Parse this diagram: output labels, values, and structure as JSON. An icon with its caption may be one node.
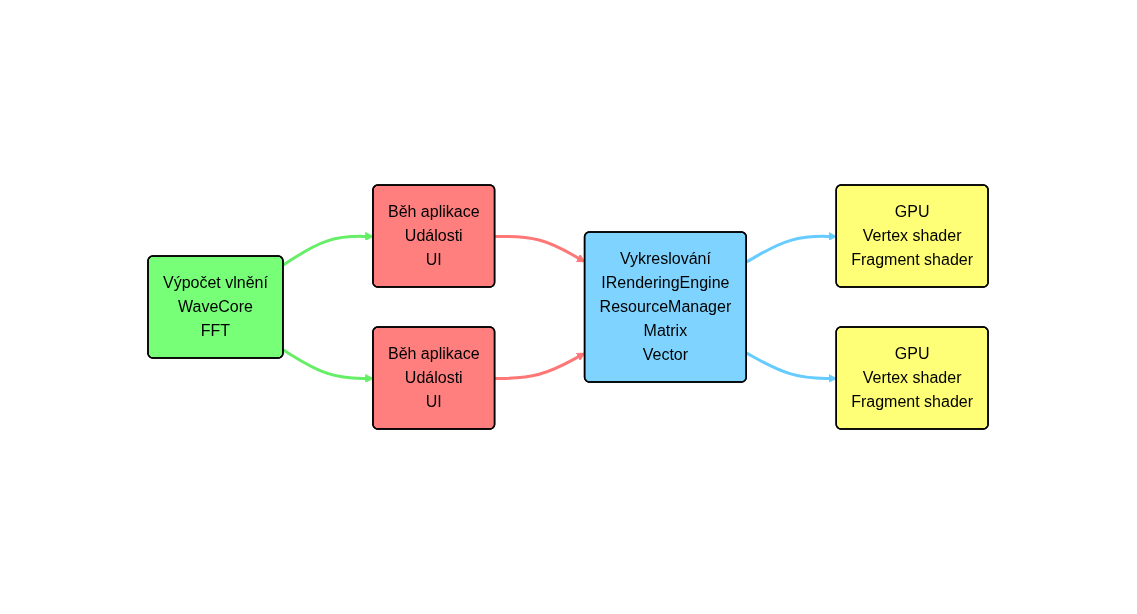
{
  "diagram": {
    "nodes": [
      {
        "text": [
          "Výpočet vlnění",
          "WaveCore",
          "FFT"
        ]
      },
      {
        "text": [
          "Běh aplikace",
          "Události",
          "UI"
        ]
      },
      {
        "text": [
          "Běh aplikace",
          "Události",
          "UI"
        ]
      },
      {
        "text": [
          "Vykreslování",
          "IRenderingEngine",
          "ResourceManager",
          "Matrix",
          "Vector"
        ]
      },
      {
        "text": [
          "GPU",
          "Vertex shader",
          "Fragment shader"
        ]
      },
      {
        "text": [
          "GPU",
          "Vertex shader",
          "Fragment shader"
        ]
      }
    ],
    "edges": [
      {
        "from": 0,
        "to": 1,
        "arrow": "to",
        "color": "#66ee66"
      },
      {
        "from": 0,
        "to": 2,
        "arrow": "to",
        "color": "#66ee66"
      },
      {
        "from": 1,
        "to": 3,
        "arrow": "to",
        "color": "#ff7777"
      },
      {
        "from": 2,
        "to": 3,
        "arrow": "to",
        "color": "#ff7777"
      },
      {
        "from": 3,
        "to": 4,
        "arrow": "to",
        "color": "#66ccff"
      },
      {
        "from": 3,
        "to": 5,
        "arrow": "to",
        "color": "#66ccff"
      }
    ]
  }
}
